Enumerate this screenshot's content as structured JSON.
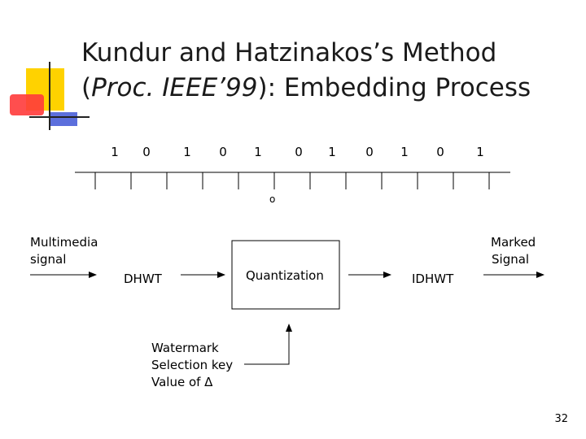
{
  "slide": {
    "title_line1": "Kundur and Hatzinakos’s Method",
    "title_line2_italic": "Proc. IEEE’99",
    "title_line2_before": "(",
    "title_line2_after": "): Embedding Process",
    "page_number": "32"
  },
  "bits": [
    "1",
    "0",
    "1",
    "0",
    "1",
    "0",
    "1",
    "0",
    "1",
    "0",
    "1"
  ],
  "overlay_marker": "o",
  "inputs": {
    "multimedia_line1": "Multimedia",
    "multimedia_line2": "signal",
    "marked_line1": "Marked",
    "marked_line2": "Signal",
    "key_line1": "Watermark",
    "key_line2": "Selection key",
    "key_line3": "Value of Δ"
  },
  "blocks": {
    "dhwt": "DHWT",
    "quantization": "Quantization",
    "idhwt": "IDHWT"
  },
  "colors": {
    "deco_yellow": "#ffd200",
    "deco_red": "#ff3b3b",
    "deco_blue": "#4a5fd8",
    "line": "#000000"
  }
}
